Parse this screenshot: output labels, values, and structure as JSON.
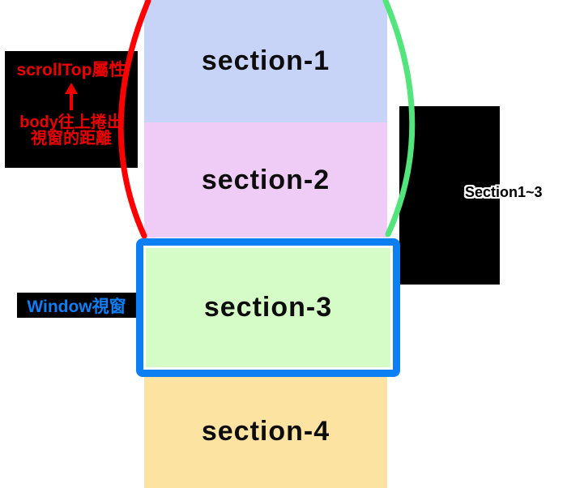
{
  "diagram": {
    "sections": [
      {
        "label": "section-1",
        "color": "#c7d4f8"
      },
      {
        "label": "section-2",
        "color": "#efccf5"
      },
      {
        "label": "section-3",
        "color": "#d5fbc6"
      },
      {
        "label": "section-4",
        "color": "#fde3a2"
      }
    ],
    "scrolltop_callout": {
      "title": "scrollTop屬性",
      "desc_line1": "body往上捲出",
      "desc_line2": "視窗的距離",
      "text_color": "#ee0000",
      "bg_color": "#000000"
    },
    "window_callout": {
      "text": "Window視窗",
      "text_color": "#0d7ef5",
      "bg_color": "#000000"
    },
    "range_callout": {
      "text": "Section1~3",
      "text_color": "#000000",
      "outline_color": "#ffffff",
      "bg_color": "#000000"
    },
    "colors": {
      "background": "#ffffff",
      "window_border": "#0c80f2",
      "scrolled_arc": "#ff0000",
      "visible_arc": "#52e57c"
    }
  }
}
